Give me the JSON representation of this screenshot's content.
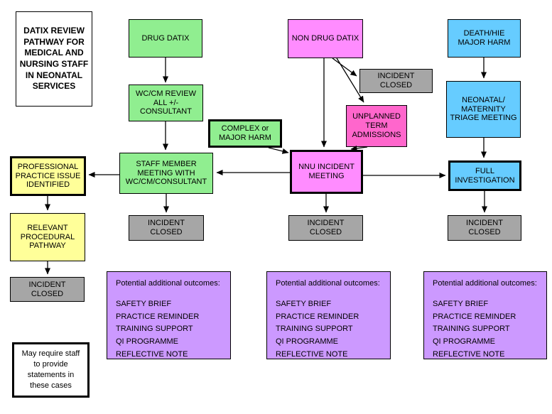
{
  "colors": {
    "green": "#90EE90",
    "pink": "#FF8CFF",
    "pink_deep": "#FF66CC",
    "blue": "#66CCFF",
    "gray": "#A6A6A6",
    "yellow": "#FFFF99",
    "purple": "#CC99FF",
    "white": "#FFFFFF",
    "line": "#000000"
  },
  "title_box": {
    "text": "DATIX REVIEW PATHWAY FOR MEDICAL AND NURSING STAFF IN NEONATAL SERVICES"
  },
  "nodes": {
    "drug_datix": "DRUG DATIX",
    "non_drug_datix": "NON DRUG DATIX",
    "death_hie_major_harm": "DEATH/HIE MAJOR HARM",
    "wc_cm_review": "WC/CM REVIEW ALL +/- CONSULTANT",
    "incident_closed_top": "INCIDENT CLOSED",
    "neonatal_maternity_triage_meeting": "NEONATAL/ MATERNITY TRIAGE MEETING",
    "unplanned_term_admissions": "UNPLANNED TERM ADMISSIONS",
    "complex_or_major_harm": "COMPLEX or MAJOR HARM",
    "staff_member_meeting": "STAFF MEMBER MEETING WITH WC/CM/CONSULTANT",
    "nnu_incident_meeting": "NNU INCIDENT MEETING",
    "professional_practice_issue": "PROFESSIONAL PRACTICE ISSUE IDENTIFIED",
    "full_investigation": "FULL INVESTIGATION",
    "relevant_procedural_pathway": "RELEVANT PROCEDURAL PATHWAY",
    "incident_closed_staff": "INCIDENT CLOSED",
    "incident_closed_nnu": "INCIDENT CLOSED",
    "incident_closed_full": "INCIDENT CLOSED",
    "incident_closed_pathway": "INCIDENT CLOSED"
  },
  "outcomes": {
    "heading": "Potential additional outcomes:",
    "items": [
      "SAFETY BRIEF",
      "PRACTICE REMINDER",
      "TRAINING SUPPORT",
      "QI PROGRAMME",
      "REFLECTIVE NOTE"
    ]
  },
  "note": {
    "text": "May require staff to provide statements in these cases"
  }
}
